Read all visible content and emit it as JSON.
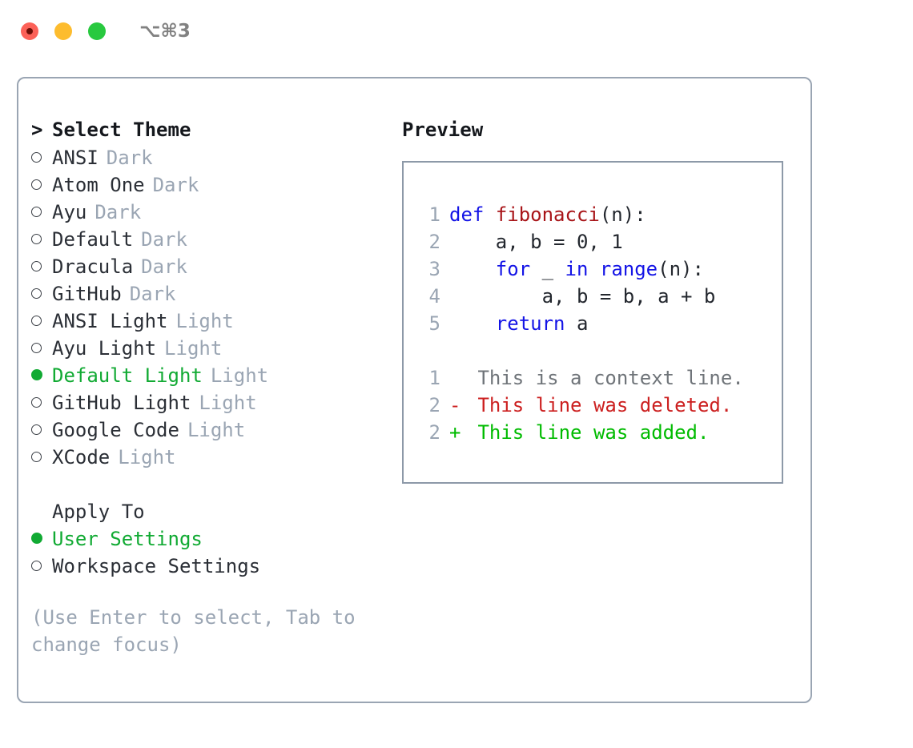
{
  "titlebar": {
    "keybinding": "⌥⌘3",
    "buttons": [
      {
        "name": "close",
        "color": "#fc6158"
      },
      {
        "name": "minimize",
        "color": "#fdbc2e"
      },
      {
        "name": "maximize",
        "color": "#28c93f"
      }
    ]
  },
  "theme_picker": {
    "title": "Select Theme",
    "prompt": "> ",
    "items": [
      {
        "name": "ANSI",
        "variant": "Dark",
        "selected": false
      },
      {
        "name": "Atom One",
        "variant": "Dark",
        "selected": false
      },
      {
        "name": "Ayu",
        "variant": "Dark",
        "selected": false
      },
      {
        "name": "Default",
        "variant": "Dark",
        "selected": false
      },
      {
        "name": "Dracula",
        "variant": "Dark",
        "selected": false
      },
      {
        "name": "GitHub",
        "variant": "Dark",
        "selected": false
      },
      {
        "name": "ANSI Light",
        "variant": "Light",
        "selected": false
      },
      {
        "name": "Ayu Light",
        "variant": "Light",
        "selected": false
      },
      {
        "name": "Default Light",
        "variant": "Light",
        "selected": true
      },
      {
        "name": "GitHub Light",
        "variant": "Light",
        "selected": false
      },
      {
        "name": "Google Code",
        "variant": "Light",
        "selected": false
      },
      {
        "name": "XCode",
        "variant": "Light",
        "selected": false
      }
    ]
  },
  "apply_to": {
    "header": "Apply To",
    "items": [
      {
        "name": "User Settings",
        "selected": true
      },
      {
        "name": "Workspace Settings",
        "selected": false
      }
    ]
  },
  "hint": "(Use Enter to select, Tab to change focus)",
  "preview": {
    "title": "Preview",
    "code_lines": [
      {
        "no": "1",
        "tokens": [
          {
            "t": "def",
            "c": "kw"
          },
          {
            "t": " ",
            "c": "code-text"
          },
          {
            "t": "fibonacci",
            "c": "fn"
          },
          {
            "t": "(n):",
            "c": "code-text"
          }
        ]
      },
      {
        "no": "2",
        "tokens": [
          {
            "t": "    a, b = 0, 1",
            "c": "code-text"
          }
        ]
      },
      {
        "no": "3",
        "tokens": [
          {
            "t": "    ",
            "c": "code-text"
          },
          {
            "t": "for",
            "c": "kw"
          },
          {
            "t": " _ ",
            "c": "code-text"
          },
          {
            "t": "in",
            "c": "kw"
          },
          {
            "t": " ",
            "c": "code-text"
          },
          {
            "t": "range",
            "c": "kw"
          },
          {
            "t": "(n):",
            "c": "code-text"
          }
        ]
      },
      {
        "no": "4",
        "tokens": [
          {
            "t": "        a, b = b, a + b",
            "c": "code-text"
          }
        ]
      },
      {
        "no": "5",
        "tokens": [
          {
            "t": "    ",
            "c": "code-text"
          },
          {
            "t": "return",
            "c": "kw"
          },
          {
            "t": " a",
            "c": "code-text"
          }
        ]
      }
    ],
    "diff_lines": [
      {
        "no": "1",
        "sign": " ",
        "text": "This is a context line.",
        "kind": "diff-ctx"
      },
      {
        "no": "2",
        "sign": "-",
        "text": "This line was deleted.",
        "kind": "diff-del"
      },
      {
        "no": "2",
        "sign": "+",
        "text": "This line was added.",
        "kind": "diff-add"
      }
    ]
  },
  "colors": {
    "selected_green": "#11aa33",
    "muted_gray": "#9aa5b3",
    "keyword_blue": "#1414e6",
    "function_red": "#a81418",
    "diff_deleted": "#cc2020",
    "diff_added": "#00bb00",
    "border": "#8d99a8",
    "text": "#2b2f36"
  }
}
